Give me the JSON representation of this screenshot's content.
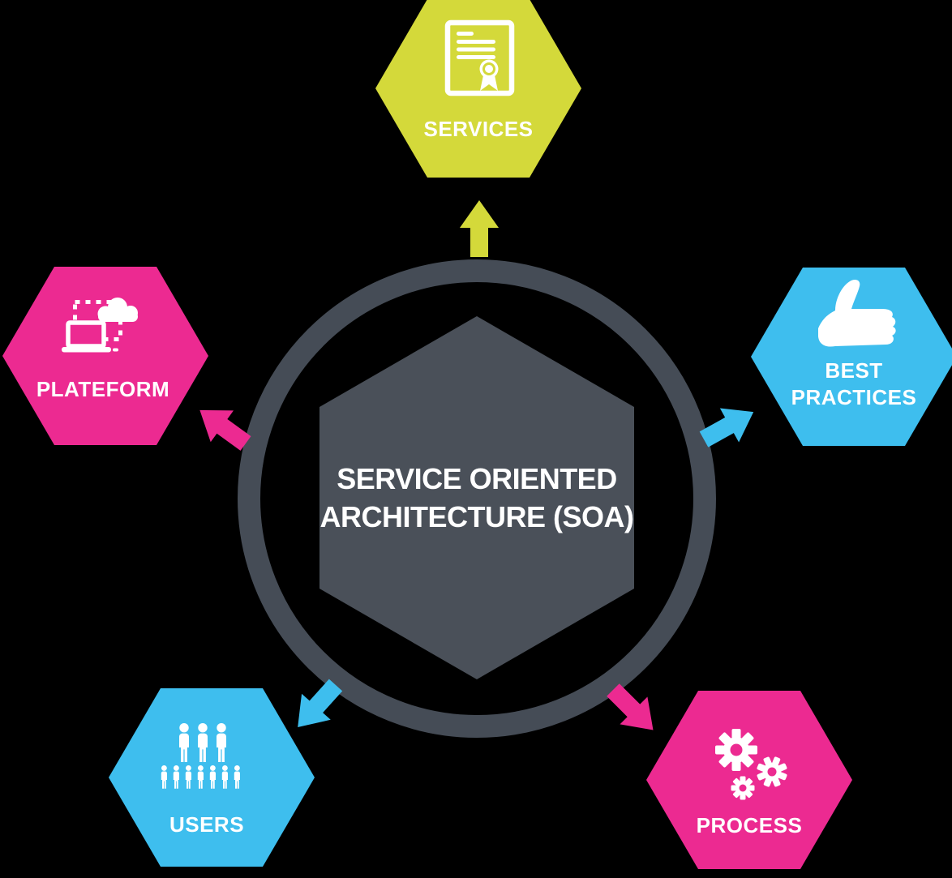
{
  "diagram": {
    "title": "Service Oriented Architecture (SOA)",
    "center": {
      "line1": "SERVICE ORIENTED",
      "line2": "ARCHITECTURE (SOA)"
    },
    "nodes": {
      "services": {
        "label": "SERVICES",
        "icon": "certificate-icon",
        "color": "#d4d93a",
        "position": "top"
      },
      "best_practices": {
        "label_line1": "BEST",
        "label_line2": "PRACTICES",
        "icon": "thumbs-up-icon",
        "color": "#3ebeee",
        "position": "right"
      },
      "process": {
        "label": "PROCESS",
        "icon": "gears-icon",
        "color": "#ec2a91",
        "position": "bottom-right"
      },
      "users": {
        "label": "USERS",
        "icon": "people-icon",
        "color": "#3ebeee",
        "position": "bottom-left"
      },
      "plateform": {
        "label": "PLATEFORM",
        "icon": "laptop-cloud-icon",
        "color": "#ec2a91",
        "position": "left"
      }
    },
    "colors": {
      "background": "#000000",
      "ring": "#454c56",
      "center_hex": "#4a5059",
      "white": "#ffffff"
    }
  }
}
